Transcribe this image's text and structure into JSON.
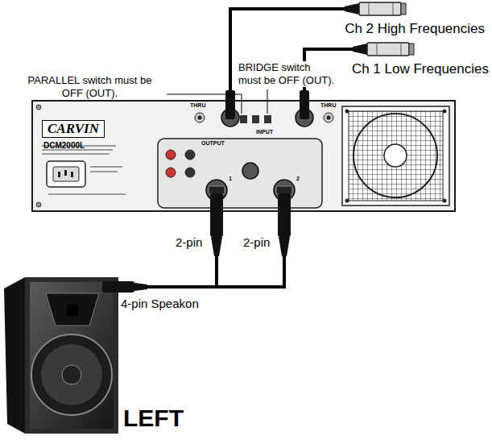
{
  "diagram": {
    "nodes": [
      {
        "text": [
          "CARVIN",
          "DCM2000L"
        ]
      },
      {
        "text": [
          "Ch 2 High Frequencies"
        ]
      },
      {
        "text": [
          "Ch 1 Low Frequencies"
        ]
      },
      {
        "text": [
          "LEFT"
        ]
      }
    ],
    "edges": [
      {
        "from": 0,
        "to": 1,
        "arrow": "none"
      },
      {
        "from": 0,
        "to": 2,
        "arrow": "none"
      },
      {
        "from": 0,
        "to": 3,
        "arrow": "none"
      }
    ],
    "labels": [
      "PARALLEL switch must be OFF (OUT).",
      "BRIDGE switch must be OFF (OUT).",
      "THRU",
      "INPUT",
      "THRU",
      "OUTPUT",
      "1",
      "2",
      "2-pin",
      "2-pin",
      "4-pin Speakon"
    ]
  }
}
